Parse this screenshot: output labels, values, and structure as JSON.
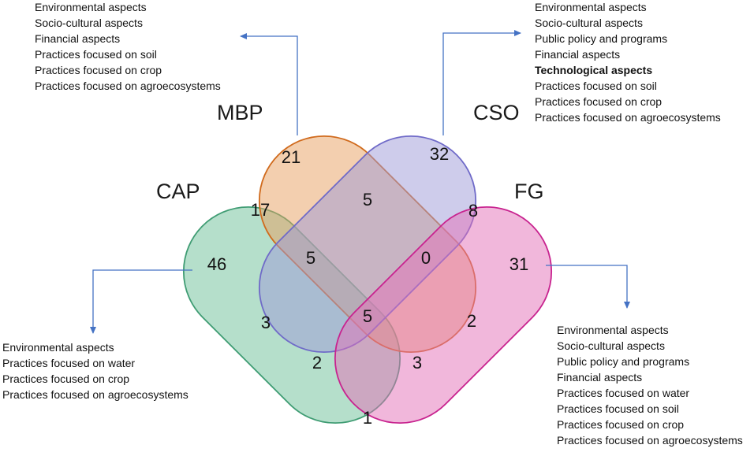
{
  "sets": {
    "mbp": {
      "label": "MBP",
      "color": "#e8a060"
    },
    "cso": {
      "label": "CSO",
      "color": "#9d99d8"
    },
    "cap": {
      "label": "CAP",
      "color": "#6cbf98"
    },
    "fg": {
      "label": "FG",
      "color": "#e46fb8"
    }
  },
  "counts": {
    "mbp_only": "21",
    "cso_only": "32",
    "cap_only": "46",
    "fg_only": "31",
    "cap_mbp": "17",
    "mbp_cso": "5",
    "cso_fg": "8",
    "cap_mbp_cso": "5",
    "mbp_cso_fg": "0",
    "all": "5",
    "cap_cso": "3",
    "mbp_fg": "2",
    "cap_cso_fg": "2",
    "cap_mbp_fg": "3",
    "cap_fg": "1"
  },
  "annotations": {
    "mbp": {
      "lines": [
        {
          "text": "Environmental aspects"
        },
        {
          "text": "Socio-cultural aspects"
        },
        {
          "text": "Financial aspects"
        },
        {
          "text": "Practices focused on soil"
        },
        {
          "text": "Practices focused on crop"
        },
        {
          "text": "Practices focused on agroecosystems"
        }
      ]
    },
    "cso": {
      "lines": [
        {
          "text": "Environmental aspects"
        },
        {
          "text": "Socio-cultural aspects"
        },
        {
          "text": "Public policy and programs"
        },
        {
          "text": "Financial aspects"
        },
        {
          "text": "Technological aspects",
          "bold": true
        },
        {
          "text": "Practices focused on soil"
        },
        {
          "text": "Practices focused on crop"
        },
        {
          "text": "Practices focused on agroecosystems"
        }
      ]
    },
    "cap": {
      "lines": [
        {
          "text": "Environmental aspects"
        },
        {
          "text": "Practices focused on water"
        },
        {
          "text": "Practices focused on crop"
        },
        {
          "text": "Practices focused on agroecosystems"
        }
      ]
    },
    "fg": {
      "lines": [
        {
          "text": "Environmental aspects"
        },
        {
          "text": "Socio-cultural aspects"
        },
        {
          "text": "Public policy and programs"
        },
        {
          "text": "Financial aspects"
        },
        {
          "text": "Practices focused on water"
        },
        {
          "text": "Practices focused on soil"
        },
        {
          "text": "Practices focused on crop"
        },
        {
          "text": "Practices focused on agroecosystems"
        }
      ]
    }
  },
  "arrow_color": "#4472c4"
}
